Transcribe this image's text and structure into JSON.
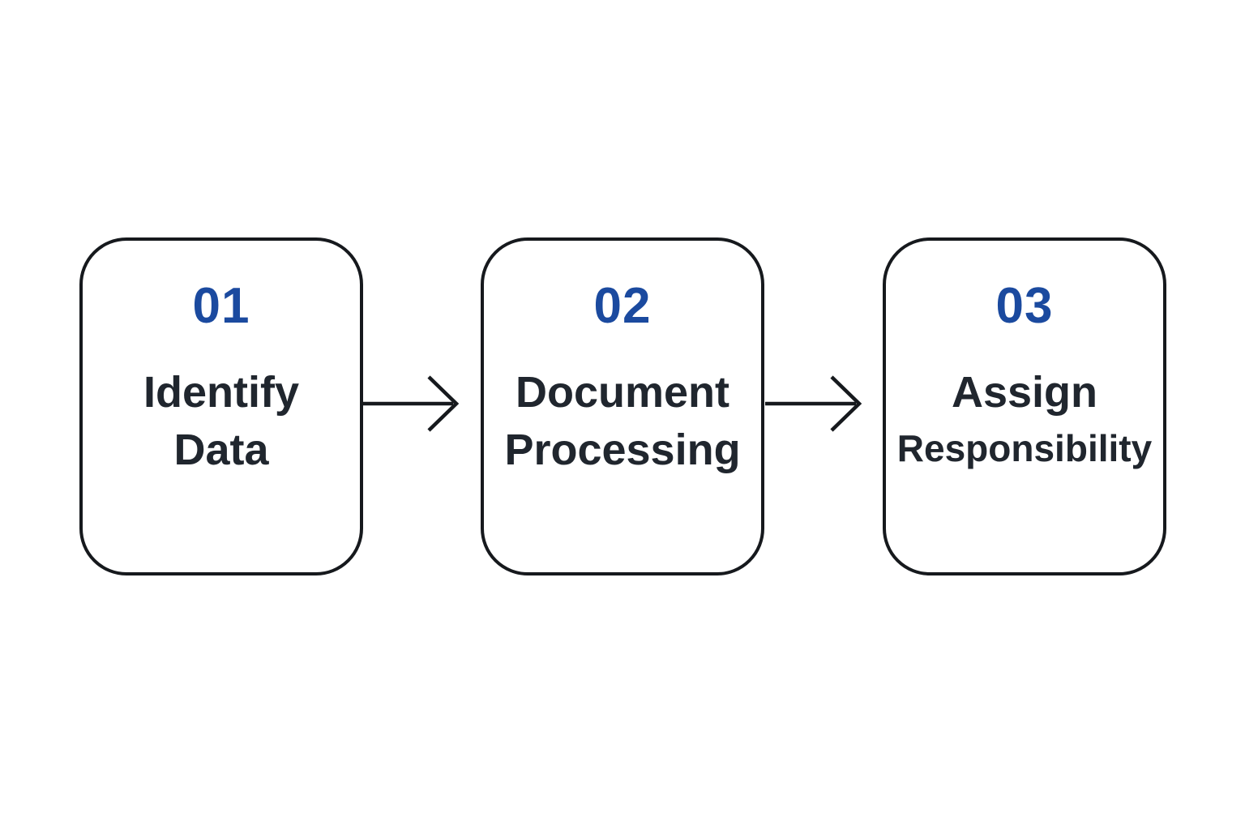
{
  "diagram": {
    "title": "",
    "type": "process-flow",
    "direction": "left-to-right",
    "steps": [
      {
        "number": "01",
        "label_line1": "Identify",
        "label_line2": "Data"
      },
      {
        "number": "02",
        "label_line1": "Document",
        "label_line2": "Processing"
      },
      {
        "number": "03",
        "label_line1": "Assign",
        "label_line2": "Responsibility"
      }
    ],
    "connectors": [
      {
        "from": "01",
        "to": "02",
        "style": "arrow-right"
      },
      {
        "from": "02",
        "to": "03",
        "style": "arrow-right"
      }
    ]
  },
  "colors": {
    "accent_blue": "#1b4a9f",
    "text_dark": "#20262e",
    "border_dark": "#16191d",
    "page_bg": "#ffffff"
  }
}
